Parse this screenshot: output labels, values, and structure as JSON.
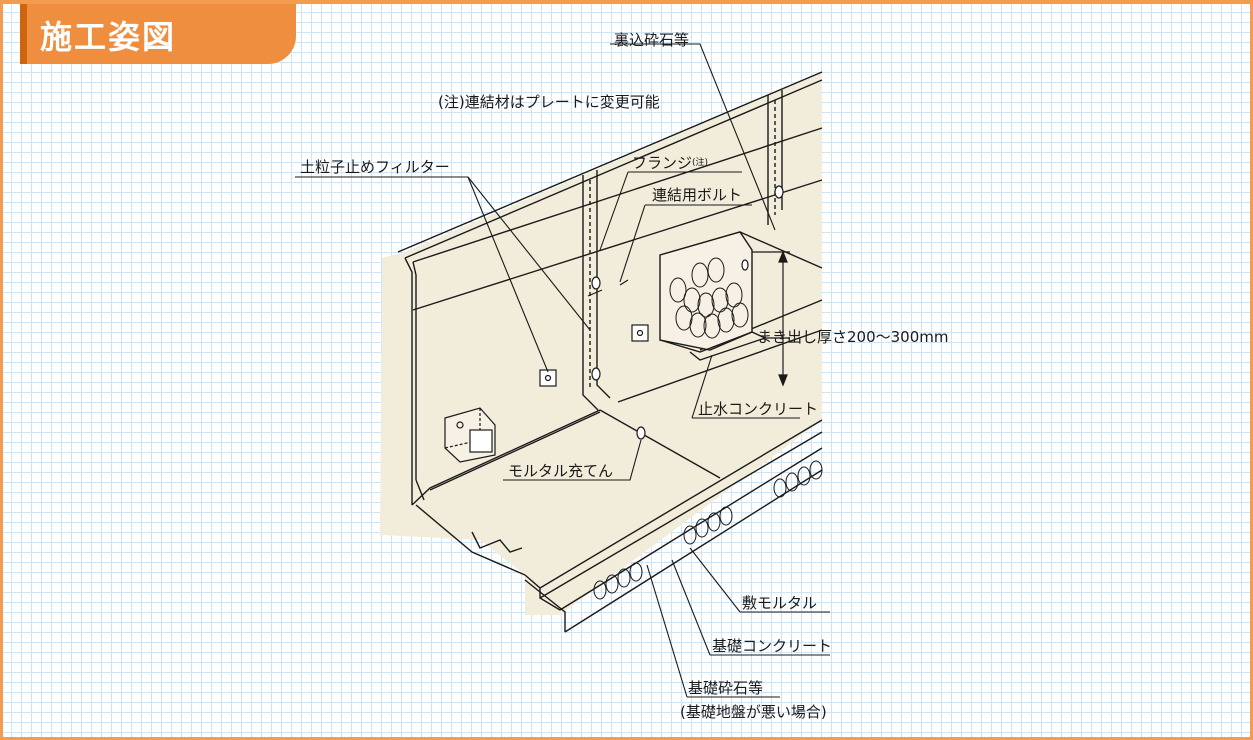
{
  "title": "施工姿図",
  "labels": {
    "back_gravel": "裏込砕石等",
    "note": "(注)連結材はプレートに変更可能",
    "filter": "土粒子止めフィルター",
    "flange": "フランジ",
    "flange_note": "(注)",
    "bolt": "連結用ボルト",
    "thickness": "まき出し厚さ200〜300mm",
    "cutoff_concrete": "止水コンクリート",
    "mortar_fill": "モルタル充てん",
    "bed_mortar": "敷モルタル",
    "base_concrete": "基礎コンクリート",
    "base_gravel": "基礎砕石等",
    "base_gravel_note": "(基礎地盤が悪い場合)"
  },
  "colors": {
    "accent": "#f08e3f",
    "wall_fill": "#f2ecdb",
    "grid": "#cfe3f2",
    "line": "#1a1a1a"
  }
}
